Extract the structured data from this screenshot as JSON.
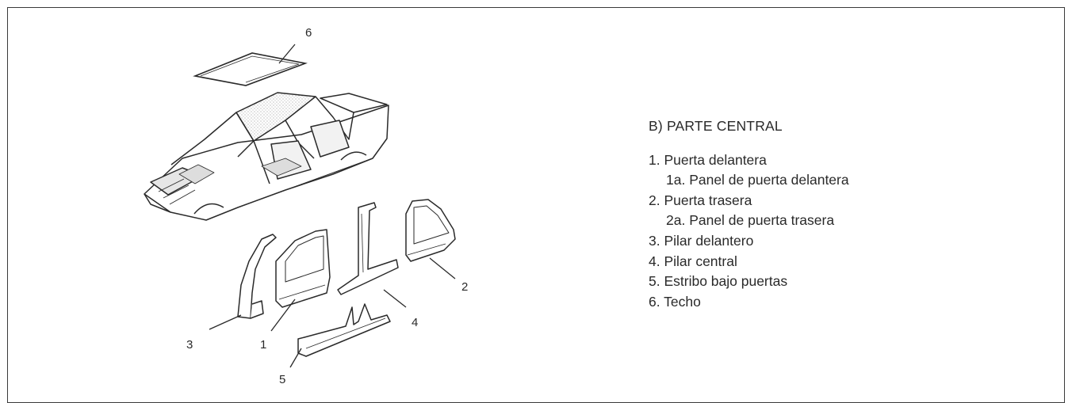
{
  "legend": {
    "title": "B) PARTE CENTRAL",
    "items": [
      "1. Puerta delantera",
      "1a. Panel de puerta delantera",
      "2. Puerta trasera",
      "2a. Panel de puerta trasera",
      "3. Pilar delantero",
      "4. Pilar central",
      "5. Estribo bajo puertas",
      "6. Techo"
    ]
  },
  "callouts": [
    "1",
    "2",
    "3",
    "4",
    "5",
    "6"
  ]
}
